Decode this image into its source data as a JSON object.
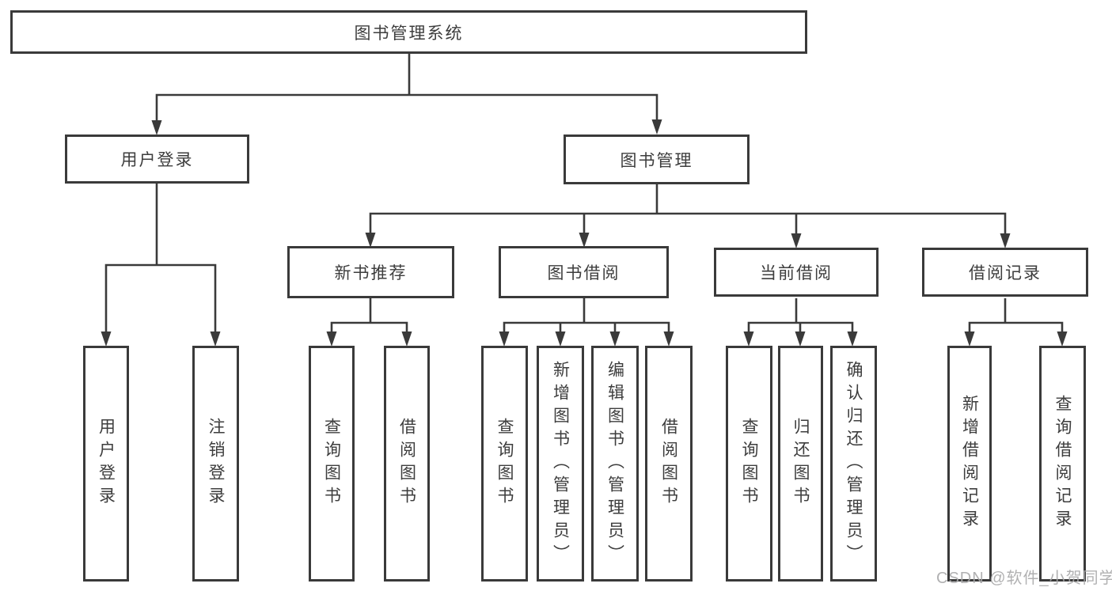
{
  "tree": {
    "root": {
      "label": "图书管理系统"
    },
    "branches": [
      {
        "label": "用户登录",
        "children": [
          {
            "label": "用户登录"
          },
          {
            "label": "注销登录"
          }
        ]
      },
      {
        "label": "图书管理",
        "children": [
          {
            "label": "新书推荐",
            "children": [
              {
                "label": "查询图书"
              },
              {
                "label": "借阅图书"
              }
            ]
          },
          {
            "label": "图书借阅",
            "children": [
              {
                "label": "查询图书"
              },
              {
                "label": "新增图书（管理员）"
              },
              {
                "label": "编辑图书（管理员）"
              },
              {
                "label": "借阅图书"
              }
            ]
          },
          {
            "label": "当前借阅",
            "children": [
              {
                "label": "查询图书"
              },
              {
                "label": "归还图书"
              },
              {
                "label": "确认归还（管理员）"
              }
            ]
          },
          {
            "label": "借阅记录",
            "children": [
              {
                "label": "新增借阅记录"
              },
              {
                "label": "查询借阅记录"
              }
            ]
          }
        ]
      }
    ]
  },
  "colors": {
    "line": "#3a3a3a",
    "text": "#3d3d3d",
    "background": "#ffffff",
    "watermark": "#a8a8aa"
  },
  "watermark": "CSDN @软件_小贺同学"
}
